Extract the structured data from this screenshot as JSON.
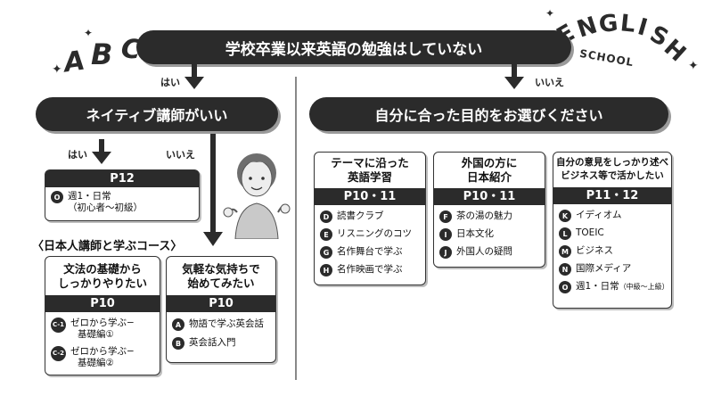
{
  "top_question": "学校卒業以来英語の勉強はしていない",
  "yes": "はい",
  "no": "いいえ",
  "left_question": "ネイティブ講師がいい",
  "right_question": "自分に合った目的をお選びください",
  "japanese_section": "〈日本人講師と学ぶコース〉",
  "deco": {
    "abc": [
      "A",
      "B",
      "C"
    ],
    "english": [
      "E",
      "N",
      "G",
      "L",
      "I",
      "S",
      "H"
    ],
    "school": "SCHOOL"
  },
  "card_p12": {
    "page": "P12",
    "items": [
      {
        "badge": "O",
        "text": "週1・日常",
        "sub": "（初心者〜初級）"
      }
    ]
  },
  "card_grammar": {
    "title_lines": [
      "文法の基礎から",
      "しっかりやりたい"
    ],
    "page": "P10",
    "items": [
      {
        "badge": "C-1",
        "text": "ゼロから学ぶ−",
        "sub": "基礎編①"
      },
      {
        "badge": "C-2",
        "text": "ゼロから学ぶ−",
        "sub": "基礎編②"
      }
    ]
  },
  "card_casual": {
    "title_lines": [
      "気軽な気持ちで",
      "始めてみたい"
    ],
    "page": "P10",
    "items": [
      {
        "badge": "A",
        "text": "物語で学ぶ英会話"
      },
      {
        "badge": "B",
        "text": "英会話入門"
      }
    ]
  },
  "card_theme": {
    "title_lines": [
      "テーマに沿った",
      "英語学習"
    ],
    "page": "P10・11",
    "items": [
      {
        "badge": "D",
        "text": "読書クラブ"
      },
      {
        "badge": "E",
        "text": "リスニングのコツ"
      },
      {
        "badge": "G",
        "text": "名作舞台で学ぶ"
      },
      {
        "badge": "H",
        "text": "名作映画で学ぶ"
      }
    ]
  },
  "card_foreign": {
    "title_lines": [
      "外国の方に",
      "日本紹介"
    ],
    "page": "P10・11",
    "items": [
      {
        "badge": "F",
        "text": "茶の湯の魅力"
      },
      {
        "badge": "I",
        "text": "日本文化"
      },
      {
        "badge": "J",
        "text": "外国人の疑問"
      }
    ]
  },
  "card_opinion": {
    "title_lines": [
      "自分の意見をしっかり述べ",
      "ビジネス等で活かしたい"
    ],
    "page": "P11・12",
    "items": [
      {
        "badge": "K",
        "text": "イディオム"
      },
      {
        "badge": "L",
        "text": "TOEIC"
      },
      {
        "badge": "M",
        "text": "ビジネス"
      },
      {
        "badge": "N",
        "text": "国際メディア"
      },
      {
        "badge": "O",
        "text": "週1・日常",
        "small": "（中級〜上級）"
      }
    ]
  }
}
